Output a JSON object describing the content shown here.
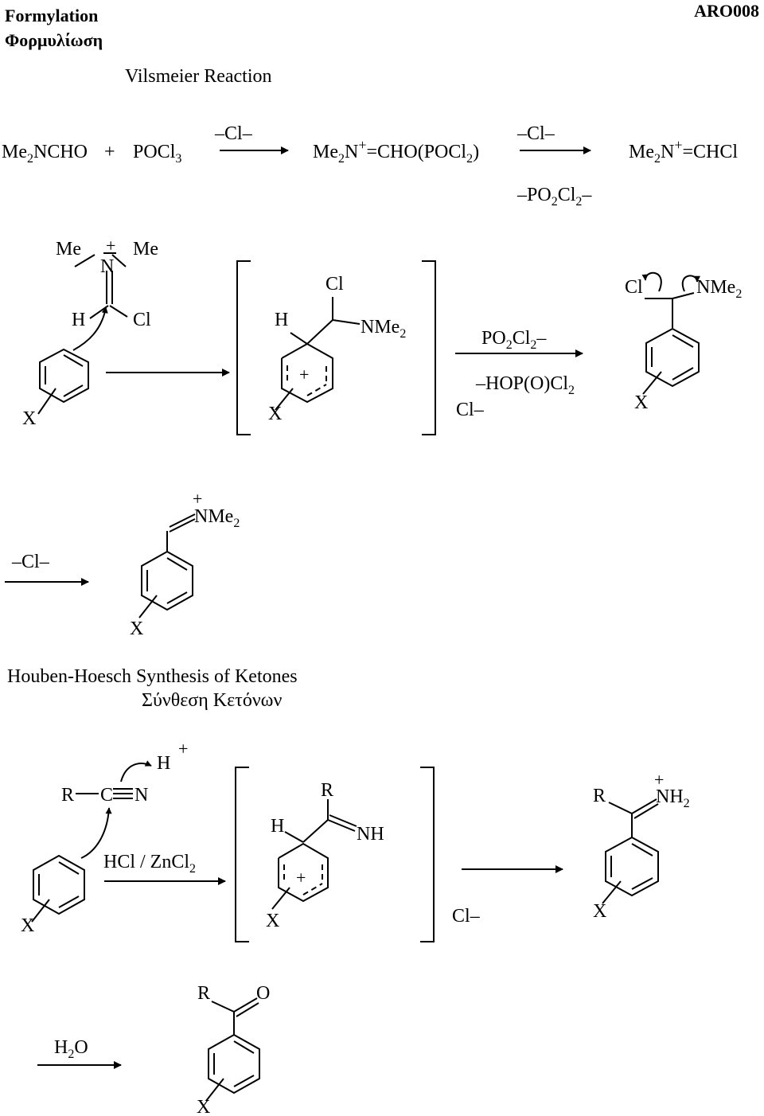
{
  "header": {
    "topic_en": "Formylation",
    "topic_gr": "Φορμυλίωση",
    "code": "ARO008"
  },
  "section1": {
    "title": "Vilsmeier Reaction"
  },
  "section2": {
    "title_en": "Houben-Hoesch Synthesis of Ketones",
    "title_gr": "Σύνθεση Κετόνων"
  },
  "labels": {
    "me": "Me",
    "n": "N",
    "nme": "NMe",
    "h": "H",
    "cl": "Cl",
    "x": "X",
    "r": "R",
    "c": "C",
    "nh": "NH",
    "o": "O",
    "plus": "+",
    "minus": "–",
    "two": "2",
    "three": "3",
    "po": "PO",
    "pocl": "POCl",
    "hop": "HOP(O)Cl",
    "nmecho": "NCHO",
    "cho": "=CHO(POCl",
    "paren": ")",
    "chcl": "=CHCl",
    "hcl_zncl": "HCl / ZnCl",
    "h2o_h": "H",
    "h2o_o": "O"
  },
  "icons": [
    "reaction-arrow",
    "curved-arrow",
    "benzene-ring",
    "bracket"
  ]
}
